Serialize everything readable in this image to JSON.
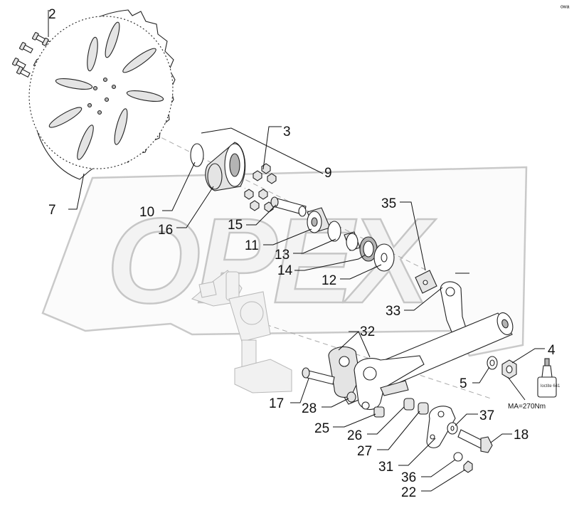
{
  "watermark": "OPEX",
  "corner_mark": "ᵒʷᵃ",
  "torque_note": "MA=270Nm",
  "loctite_label": "loctite 641",
  "callouts": [
    {
      "id": "2",
      "text": "2"
    },
    {
      "id": "3",
      "text": "3"
    },
    {
      "id": "9",
      "text": "9"
    },
    {
      "id": "7",
      "text": "7"
    },
    {
      "id": "10",
      "text": "10"
    },
    {
      "id": "16",
      "text": "16"
    },
    {
      "id": "15",
      "text": "15"
    },
    {
      "id": "11",
      "text": "11"
    },
    {
      "id": "13",
      "text": "13"
    },
    {
      "id": "14",
      "text": "14"
    },
    {
      "id": "12",
      "text": "12"
    },
    {
      "id": "35",
      "text": "35"
    },
    {
      "id": "33",
      "text": "33"
    },
    {
      "id": "32",
      "text": "32"
    },
    {
      "id": "4",
      "text": "4"
    },
    {
      "id": "5",
      "text": "5"
    },
    {
      "id": "17",
      "text": "17"
    },
    {
      "id": "28",
      "text": "28"
    },
    {
      "id": "25",
      "text": "25"
    },
    {
      "id": "26",
      "text": "26"
    },
    {
      "id": "27",
      "text": "27"
    },
    {
      "id": "37",
      "text": "37"
    },
    {
      "id": "18",
      "text": "18"
    },
    {
      "id": "31",
      "text": "31"
    },
    {
      "id": "36",
      "text": "36"
    },
    {
      "id": "22",
      "text": "22"
    }
  ]
}
